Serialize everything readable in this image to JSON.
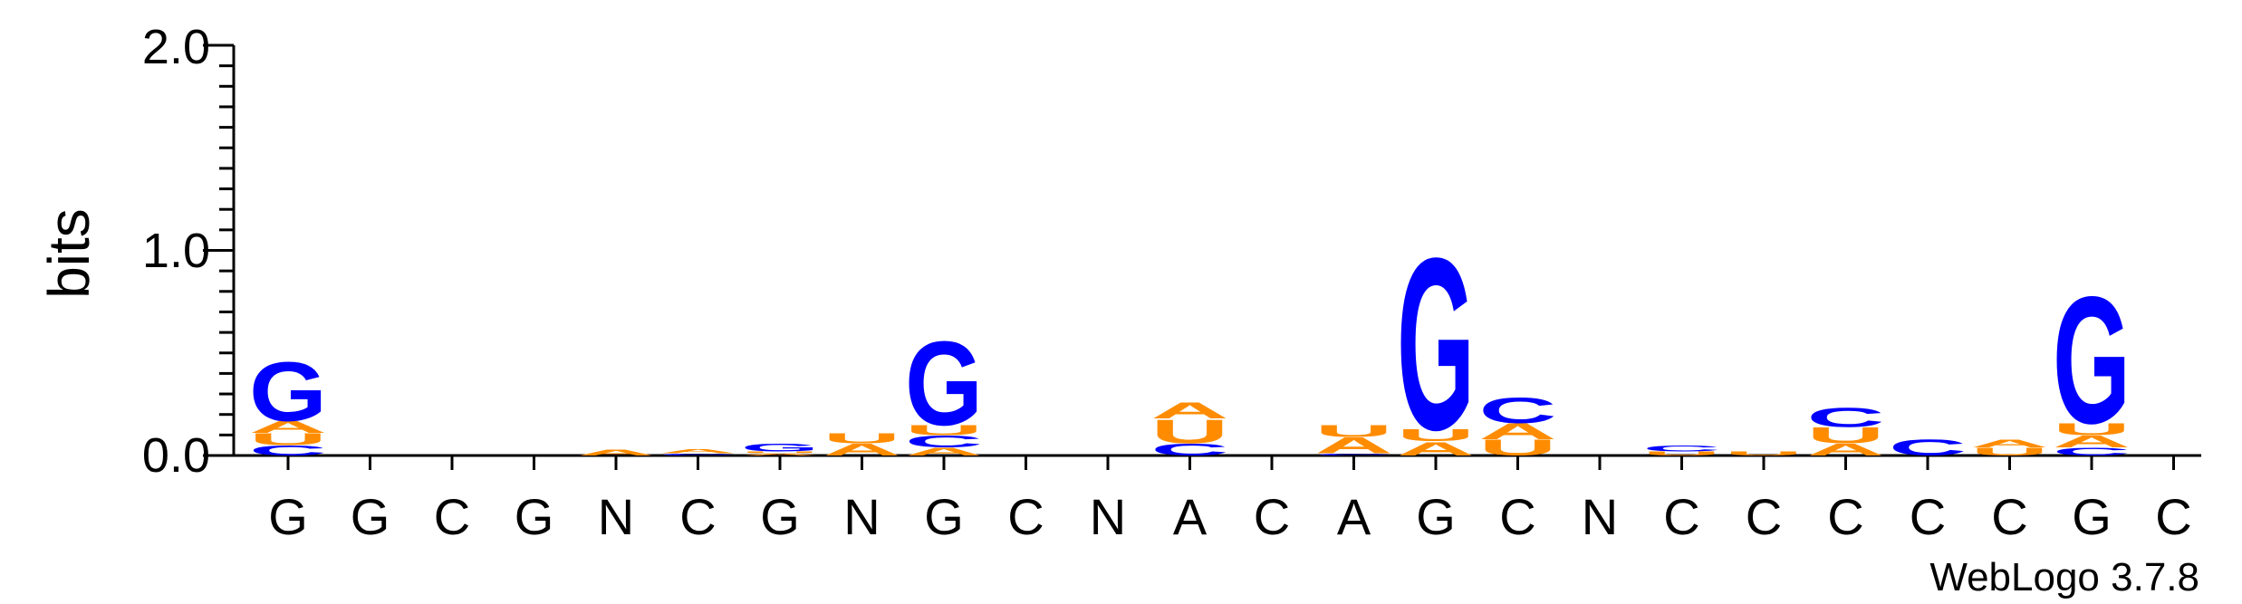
{
  "chart_data": {
    "type": "sequence-logo",
    "ylabel": "bits",
    "ylim": [
      0,
      2.0
    ],
    "yticks": [
      "0.0",
      "1.0",
      "2.0"
    ],
    "colors": {
      "A": "#ff8c00",
      "U": "#ff8c00",
      "G": "#0000ff",
      "C": "#0000ff"
    },
    "positions": [
      {
        "label": "G",
        "stack": [
          {
            "l": "C",
            "h": 0.05
          },
          {
            "l": "U",
            "h": 0.06
          },
          {
            "l": "A",
            "h": 0.06
          },
          {
            "l": "G",
            "h": 0.3
          }
        ]
      },
      {
        "label": "G",
        "stack": []
      },
      {
        "label": "C",
        "stack": []
      },
      {
        "label": "G",
        "stack": []
      },
      {
        "label": "N",
        "stack": [
          {
            "l": "A",
            "h": 0.03
          }
        ]
      },
      {
        "label": "C",
        "stack": [
          {
            "l": "C",
            "h": 0.01
          },
          {
            "l": "A",
            "h": 0.02
          }
        ]
      },
      {
        "label": "G",
        "stack": [
          {
            "l": "A",
            "h": 0.01
          },
          {
            "l": "U",
            "h": 0.01
          },
          {
            "l": "G",
            "h": 0.04
          }
        ]
      },
      {
        "label": "N",
        "stack": [
          {
            "l": "A",
            "h": 0.06
          },
          {
            "l": "U",
            "h": 0.05
          }
        ]
      },
      {
        "label": "G",
        "stack": [
          {
            "l": "A",
            "h": 0.04
          },
          {
            "l": "C",
            "h": 0.06
          },
          {
            "l": "U",
            "h": 0.05
          },
          {
            "l": "G",
            "h": 0.43
          }
        ]
      },
      {
        "label": "C",
        "stack": []
      },
      {
        "label": "N",
        "stack": []
      },
      {
        "label": "A",
        "stack": [
          {
            "l": "C",
            "h": 0.06
          },
          {
            "l": "U",
            "h": 0.12
          },
          {
            "l": "A",
            "h": 0.08
          }
        ]
      },
      {
        "label": "C",
        "stack": []
      },
      {
        "label": "A",
        "stack": [
          {
            "l": "C",
            "h": 0.01
          },
          {
            "l": "A",
            "h": 0.08
          },
          {
            "l": "U",
            "h": 0.06
          }
        ]
      },
      {
        "label": "G",
        "stack": [
          {
            "l": "A",
            "h": 0.07
          },
          {
            "l": "U",
            "h": 0.06
          },
          {
            "l": "G",
            "h": 0.88
          }
        ]
      },
      {
        "label": "C",
        "stack": [
          {
            "l": "U",
            "h": 0.08
          },
          {
            "l": "A",
            "h": 0.08
          },
          {
            "l": "C",
            "h": 0.13
          }
        ]
      },
      {
        "label": "N",
        "stack": []
      },
      {
        "label": "C",
        "stack": [
          {
            "l": "U",
            "h": 0.02
          },
          {
            "l": "C",
            "h": 0.03
          }
        ]
      },
      {
        "label": "C",
        "stack": [
          {
            "l": "U",
            "h": 0.02
          }
        ]
      },
      {
        "label": "C",
        "stack": [
          {
            "l": "A",
            "h": 0.06
          },
          {
            "l": "U",
            "h": 0.08
          },
          {
            "l": "C",
            "h": 0.1
          }
        ]
      },
      {
        "label": "C",
        "stack": [
          {
            "l": "C",
            "h": 0.08
          }
        ]
      },
      {
        "label": "C",
        "stack": [
          {
            "l": "U",
            "h": 0.04
          },
          {
            "l": "A",
            "h": 0.04
          }
        ]
      },
      {
        "label": "G",
        "stack": [
          {
            "l": "C",
            "h": 0.04
          },
          {
            "l": "A",
            "h": 0.06
          },
          {
            "l": "U",
            "h": 0.06
          },
          {
            "l": "G",
            "h": 0.65
          }
        ]
      },
      {
        "label": "C",
        "stack": []
      }
    ],
    "credit": "WebLogo 3.7.8"
  }
}
